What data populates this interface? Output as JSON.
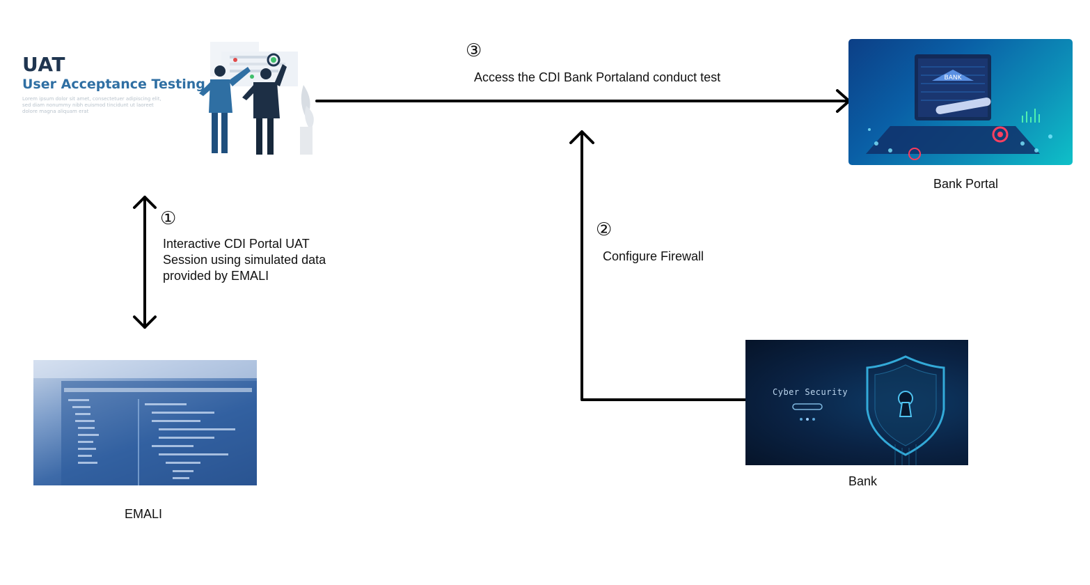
{
  "uat": {
    "acronym": "UAT",
    "title": "User Acceptance Testing",
    "lorem": "Lorem ipsum dolor sit amet, consectetuer adipiscing elit, sed diam nonummy nibh euismod tincidunt ut laoreet dolore magna aliquam erat"
  },
  "steps": [
    {
      "number": "①",
      "text": "Interactive CDI Portal UAT Session using simulated data provided by EMALI"
    },
    {
      "number": "②",
      "text": "Configure Firewall"
    },
    {
      "number": "③",
      "text": "Access the CDI Bank Portaland conduct test"
    }
  ],
  "nodes": {
    "emali": {
      "label": "EMALI"
    },
    "bank": {
      "label": "Bank",
      "image_text": "Cyber Security"
    },
    "portal": {
      "label": "Bank Portal",
      "image_text": "BANK"
    }
  },
  "colors": {
    "uat_dark": "#1f3550",
    "uat_accent": "#2f6fa3",
    "arrow": "#000000"
  }
}
